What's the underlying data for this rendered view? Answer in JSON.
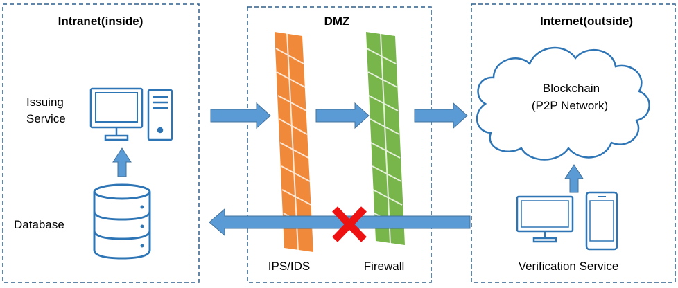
{
  "zones": {
    "intranet": "Intranet(inside)",
    "dmz": "DMZ",
    "internet": "Internet(outside)"
  },
  "labels": {
    "issuing_line1": "Issuing",
    "issuing_line2": "Service",
    "database": "Database",
    "ips_ids": "IPS/IDS",
    "firewall": "Firewall",
    "blockchain_line1": "Blockchain",
    "blockchain_line2": "(P2P Network)",
    "verification": "Verification Service"
  },
  "colors": {
    "border": "#2f5f8a",
    "arrow": "#5b9bd5",
    "arrow_stroke": "#41719c",
    "ips_wall": "#f08a3a",
    "firewall_wall": "#78b54a",
    "icon_stroke": "#2e75b6",
    "cross": "#ee1111"
  },
  "icons": {
    "issuing": "desktop-computer-icon",
    "database": "database-icon",
    "cloud": "cloud-icon",
    "verification_monitor": "monitor-icon",
    "verification_phone": "phone-icon",
    "blocked": "red-x-icon"
  }
}
